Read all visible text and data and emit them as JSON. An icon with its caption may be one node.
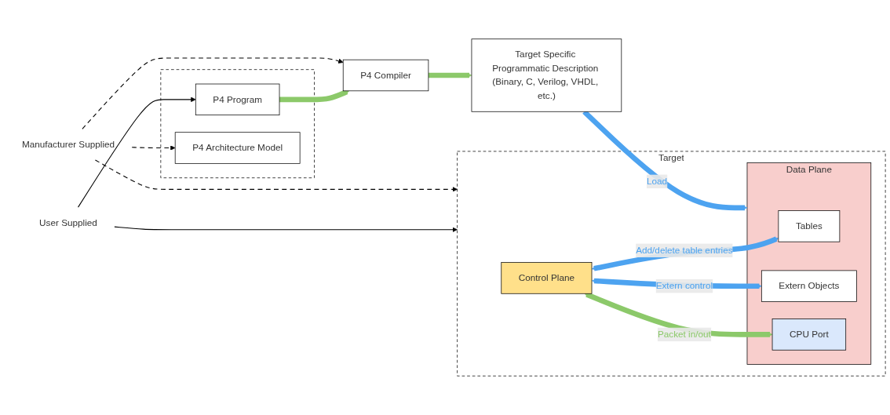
{
  "diagram": {
    "nodes": [
      {
        "text": [
          "User Supplied"
        ]
      },
      {
        "text": [],
        "shape": "box"
      },
      {
        "text": [
          "P4 Program"
        ],
        "in": 1
      },
      {
        "text": [
          "P4 Compiler"
        ]
      },
      {
        "text": [
          "P4 Architecture Model"
        ],
        "in": 1
      },
      {
        "text": [
          "Target Specific Programmatic Description (Binary, C, Verilog, VHDL, etc.)"
        ]
      },
      {
        "text": [
          "Target"
        ]
      },
      {
        "text": [
          "Control Plane"
        ],
        "in": 6
      },
      {
        "text": [
          "Data Plane"
        ],
        "in": 6
      },
      {
        "text": [
          "Tables"
        ],
        "in": 8
      },
      {
        "text": [
          "Extern Objects"
        ],
        "in": 8
      },
      {
        "text": [
          "CPU Port"
        ],
        "in": 8
      },
      {
        "text": [
          "Manufacturer Supplied"
        ]
      }
    ],
    "edges": [
      {
        "from": 0,
        "to": 2,
        "arrow": "to"
      },
      {
        "from": 0,
        "to": 6,
        "arrow": "to"
      },
      {
        "from": 2,
        "to": 3,
        "arrow": "to",
        "color": "#8cc96a"
      },
      {
        "from": 3,
        "to": 5,
        "arrow": "to",
        "color": "#8cc96a"
      },
      {
        "from": 5,
        "to": 8,
        "arrow": "to",
        "label": "Load",
        "color": "#4da3f0"
      },
      {
        "from": 7,
        "to": 9,
        "arrow": "both",
        "label": "Add/delete table entries",
        "color": "#4da3f0"
      },
      {
        "from": 7,
        "to": 10,
        "arrow": "both",
        "label": "Extern control",
        "color": "#4da3f0"
      },
      {
        "from": 7,
        "to": 11,
        "arrow": "both",
        "label": "Packet in/out",
        "color": "#8cc96a"
      },
      {
        "from": 12,
        "to": 3,
        "arrow": "to",
        "style": "dashed"
      },
      {
        "from": 12,
        "to": 4,
        "arrow": "to",
        "style": "dashed"
      },
      {
        "from": 12,
        "to": 6,
        "arrow": "to",
        "style": "dashed"
      }
    ]
  }
}
